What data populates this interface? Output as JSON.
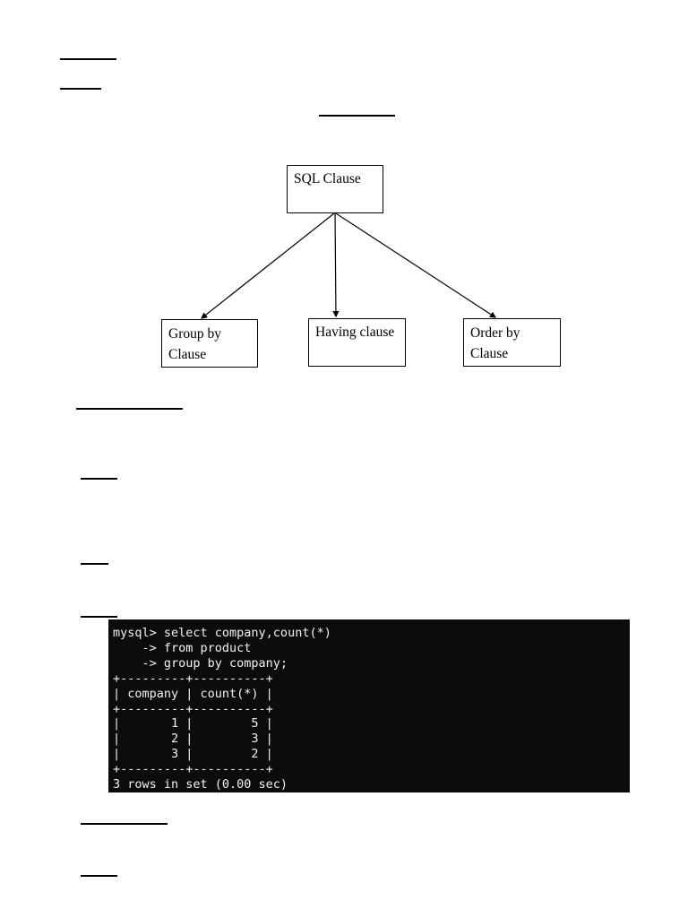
{
  "diagram": {
    "root": {
      "lines": [
        "SQL Clause"
      ]
    },
    "children": [
      {
        "lines": [
          "Group by",
          "Clause"
        ]
      },
      {
        "lines": [
          "Having clause"
        ]
      },
      {
        "lines": [
          "Order by",
          "Clause"
        ]
      }
    ]
  },
  "terminal": {
    "lines": [
      "mysql> select company,count(*)",
      "    -> from product",
      "    -> group by company;",
      "+---------+----------+",
      "| company | count(*) |",
      "+---------+----------+",
      "|       1 |        5 |",
      "|       2 |        3 |",
      "|       3 |        2 |",
      "+---------+----------+",
      "3 rows in set (0.00 sec)"
    ],
    "background": "#0c0c0c",
    "foreground": "#f2f2f2"
  }
}
